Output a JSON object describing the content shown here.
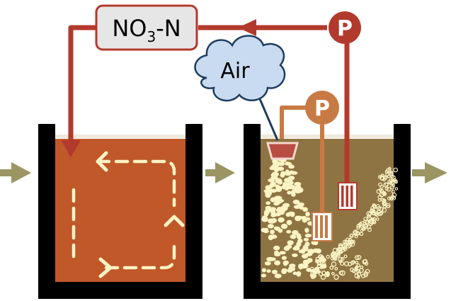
{
  "labels": {
    "nitrate": {
      "main": "NO",
      "sub": "3",
      "suffix": "-N"
    },
    "air": "Air",
    "pump_top": "P",
    "pump_mid": "P"
  },
  "colors": {
    "anoxic_liquid": "#c0582a",
    "aerobic_liquid": "#8f7443",
    "tank_wall": "#000000",
    "recycle_line": "#b23a2c",
    "air_line": "#c87a45",
    "pump_top": "#b23a2c",
    "pump_mid": "#c87a45",
    "bubbles": "#fbf3c4",
    "flow_arrow": "#9b9563",
    "cloud_fill": "#c9dbf0",
    "cloud_stroke": "#1f3d5f",
    "nitrate_box_fill": "#e6e6e6"
  }
}
